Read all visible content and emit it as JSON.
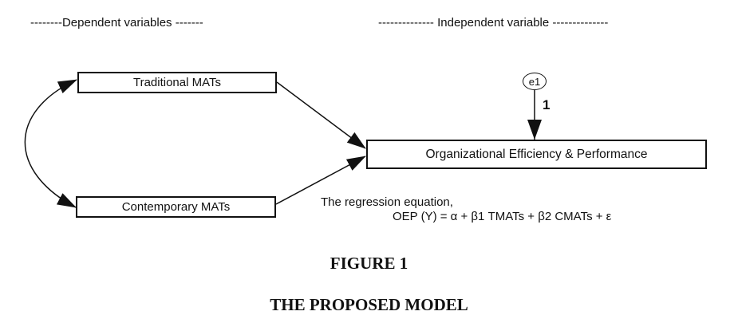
{
  "headers": {
    "dependent": "--------Dependent variables -------",
    "independent": "-------------- Independent variable --------------"
  },
  "nodes": {
    "traditional": "Traditional MATs",
    "contemporary": "Contemporary MATs",
    "outcome": "Organizational Efficiency & Performance",
    "error_term": "e1"
  },
  "error_path_weight": "1",
  "equation": {
    "title": "The regression equation,",
    "formula": "OEP (Y) = α + β1 TMATs + β2 CMATs + ε"
  },
  "figure": {
    "label": "FIGURE 1",
    "caption": "THE PROPOSED MODEL"
  },
  "colors": {
    "stroke": "#111111",
    "background": "#ffffff"
  }
}
